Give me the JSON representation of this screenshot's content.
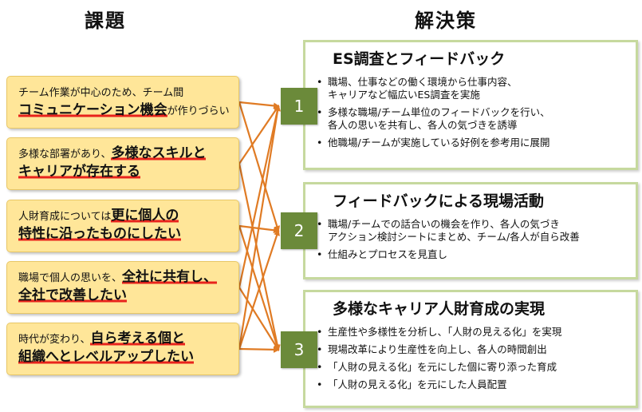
{
  "headings": {
    "issues": "課題",
    "solutions": "解決策"
  },
  "issues": [
    {
      "lines": [
        [
          {
            "t": "チーム作業が中心のため、チーム間",
            "b": false
          }
        ],
        [
          {
            "t": "コミュニケーション機会",
            "b": true
          },
          {
            "t": "が作りづらい",
            "b": false
          }
        ]
      ]
    },
    {
      "lines": [
        [
          {
            "t": "多様な部署があり、",
            "b": false
          },
          {
            "t": "多様なスキルと",
            "b": true
          }
        ],
        [
          {
            "t": "キャリアが存在する",
            "b": true
          }
        ]
      ]
    },
    {
      "lines": [
        [
          {
            "t": "人財育成については",
            "b": false
          },
          {
            "t": "更に個人の",
            "b": true
          }
        ],
        [
          {
            "t": "特性に沿ったものにしたい",
            "b": true
          }
        ]
      ]
    },
    {
      "lines": [
        [
          {
            "t": "職場で個人の思いを、",
            "b": false
          },
          {
            "t": "全社に共有し、",
            "b": true
          }
        ],
        [
          {
            "t": "全社で改善したい",
            "b": true
          }
        ]
      ]
    },
    {
      "lines": [
        [
          {
            "t": "時代が変わり、",
            "b": false
          },
          {
            "t": "自ら考える個と",
            "b": true
          }
        ],
        [
          {
            "t": "組織へとレベルアップしたい",
            "b": true
          }
        ]
      ]
    }
  ],
  "solutions": [
    {
      "number": "1",
      "title": "ES調査とフィードバック",
      "bullets": [
        [
          "職場、仕事などの働く環境から仕事内容、",
          "キャリアなど幅広いES調査を実施"
        ],
        [
          "多様な職場/チーム単位のフィードバックを行い、",
          "各人の思いを共有し、各人の気づきを誘導"
        ],
        [
          "他職場/チームが実施している好例を参考用に展開"
        ]
      ]
    },
    {
      "number": "2",
      "title": "フィードバックによる現場活動",
      "bullets": [
        [
          "職場/チームでの話合いの機会を作り、各人の気づき",
          "アクション検討シートにまとめ、チーム/各人が自ら改善"
        ],
        [
          "仕組みとプロセスを見直し"
        ]
      ]
    },
    {
      "number": "3",
      "title": "多様なキャリア人財育成の実現",
      "bullets": [
        [
          "生産性や多様性を分析し、「人財の見える化」を実現"
        ],
        [
          "現場改革により生産性を向上し、各人の時間創出"
        ],
        [
          "「人財の見える化」を元にした個に寄り添った育成"
        ],
        [
          "「人財の見える化」を元にした人員配置"
        ]
      ]
    }
  ],
  "connections": [
    {
      "from": 1,
      "to": 1
    },
    {
      "from": 1,
      "to": 2
    },
    {
      "from": 2,
      "to": 1
    },
    {
      "from": 2,
      "to": 3
    },
    {
      "from": 3,
      "to": 2
    },
    {
      "from": 3,
      "to": 3
    },
    {
      "from": 4,
      "to": 1
    },
    {
      "from": 4,
      "to": 3
    },
    {
      "from": 5,
      "to": 1
    },
    {
      "from": 5,
      "to": 2
    },
    {
      "from": 5,
      "to": 3
    }
  ],
  "colors": {
    "issue_fill": "#ffe699",
    "emphasis_underline": "#e8231c",
    "number_box": "#6b8a3a",
    "solution_border": "#c6d99e",
    "arrow": "#e07b24"
  }
}
